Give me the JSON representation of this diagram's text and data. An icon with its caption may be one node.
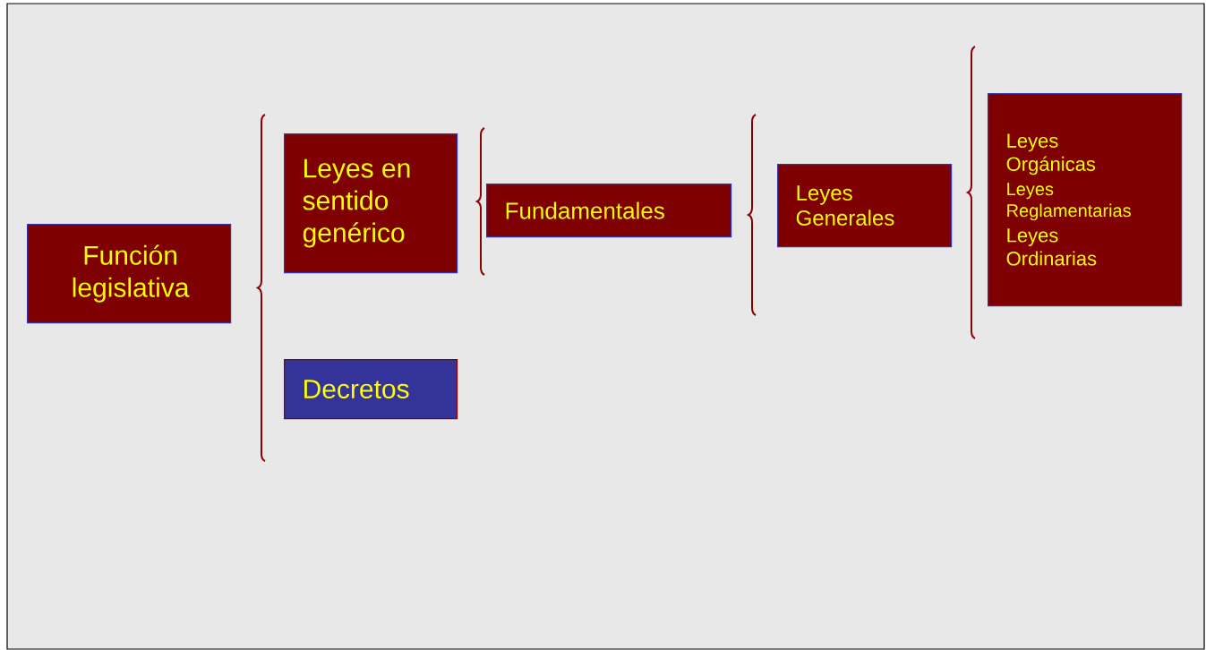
{
  "diagram": {
    "nodes": [
      {
        "text": [
          "Función legislativa"
        ]
      },
      {
        "text": [
          "Leyes en sentido genérico"
        ]
      },
      {
        "text": [
          "Decretos"
        ]
      },
      {
        "text": [
          "Fundamentales"
        ]
      },
      {
        "text": [
          "Leyes Generales"
        ]
      },
      {
        "text": [
          "Leyes Orgánicas",
          "Leyes Reglamentarias",
          "Leyes Ordinarias"
        ]
      }
    ]
  }
}
